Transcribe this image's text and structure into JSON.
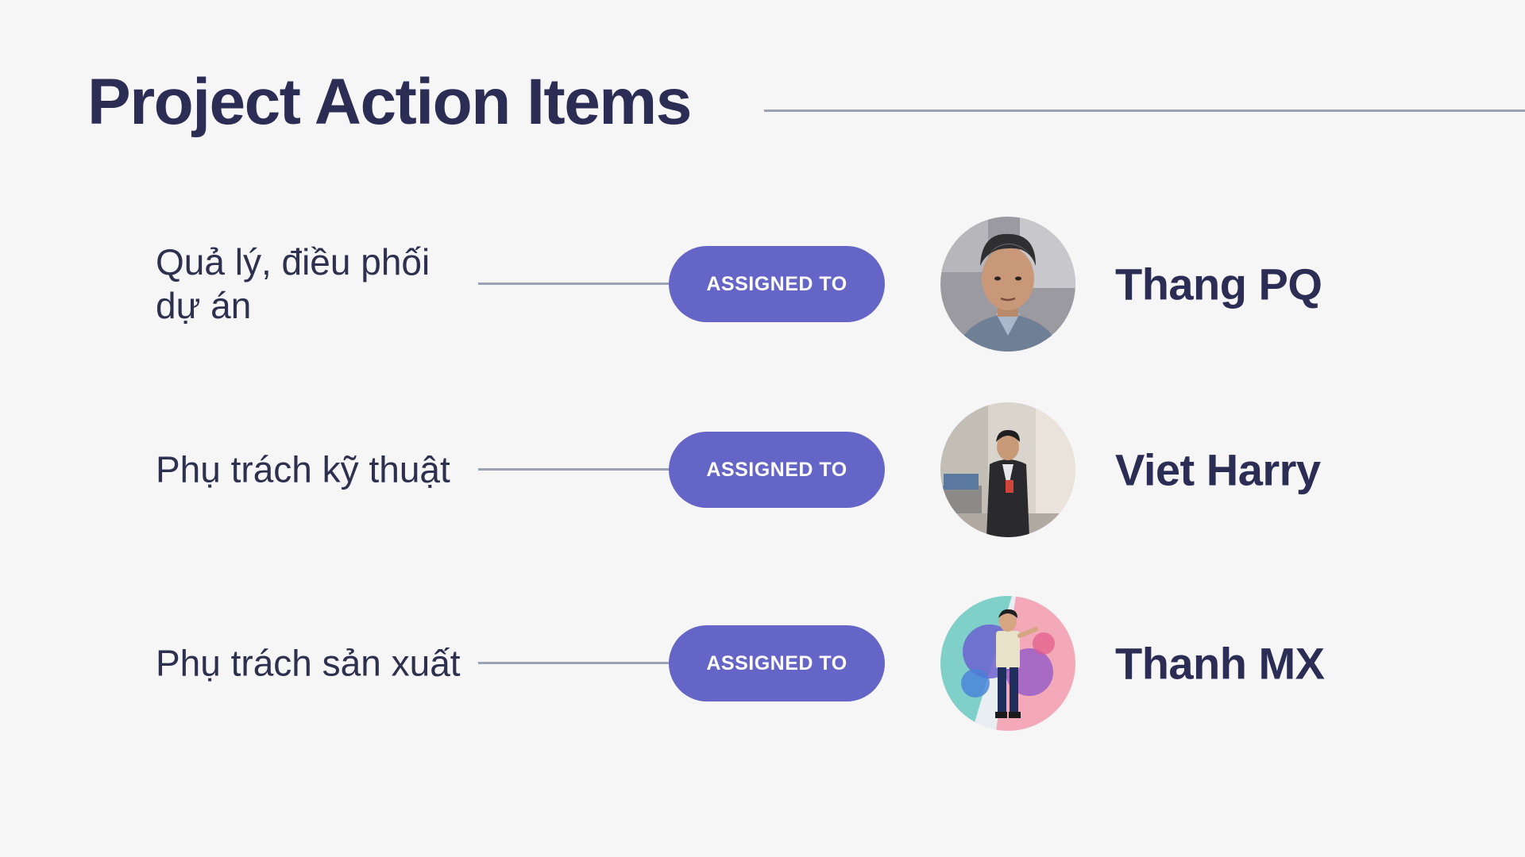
{
  "header": {
    "title": "Project Action Items"
  },
  "items": [
    {
      "task": "Quả lý, điều phối dự án",
      "badge": "ASSIGNED TO",
      "assignee": "Thang PQ",
      "avatar_icon": "person-portrait-photo"
    },
    {
      "task": "Phụ trách kỹ thuật",
      "badge": "ASSIGNED TO",
      "assignee": "Viet Harry",
      "avatar_icon": "person-standing-photo"
    },
    {
      "task": "Phụ trách sản xuất",
      "badge": "ASSIGNED TO",
      "assignee": "Thanh MX",
      "avatar_icon": "person-colorful-background-photo"
    }
  ],
  "colors": {
    "background": "#f6f6f6",
    "title_text": "#2b2d55",
    "badge_background": "#6564c7",
    "badge_text": "#ffffff",
    "connector_line": "#9ba3b2"
  }
}
